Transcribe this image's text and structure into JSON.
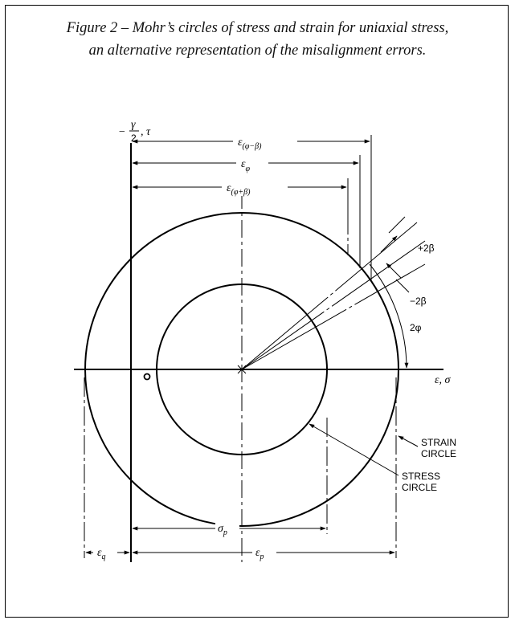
{
  "caption": {
    "line1": "Figure 2 – Mohr’s circles of stress and strain for uniaxial stress,",
    "line2": "an alternative representation of the misalignment errors."
  },
  "labels": {
    "vertical_axis_minus": "−",
    "gamma": "γ",
    "two": "2",
    "tau": ", τ",
    "horizontal_axis": "ε, σ",
    "eps": "ε",
    "sub_phi_minus_beta": "(φ−β)",
    "sub_phi": "φ",
    "sub_phi_plus_beta": "(φ+β)",
    "plus_2beta": "+2β",
    "minus_2beta": "−2β",
    "two_phi": "2φ",
    "origin": "O",
    "sigma": "σ",
    "sub_p": "p",
    "sub_q": "q",
    "strain_circle_line1": "STRAIN",
    "strain_circle_line2": "CIRCLE",
    "stress_circle_line1": "STRESS",
    "stress_circle_line2": "CIRCLE"
  }
}
